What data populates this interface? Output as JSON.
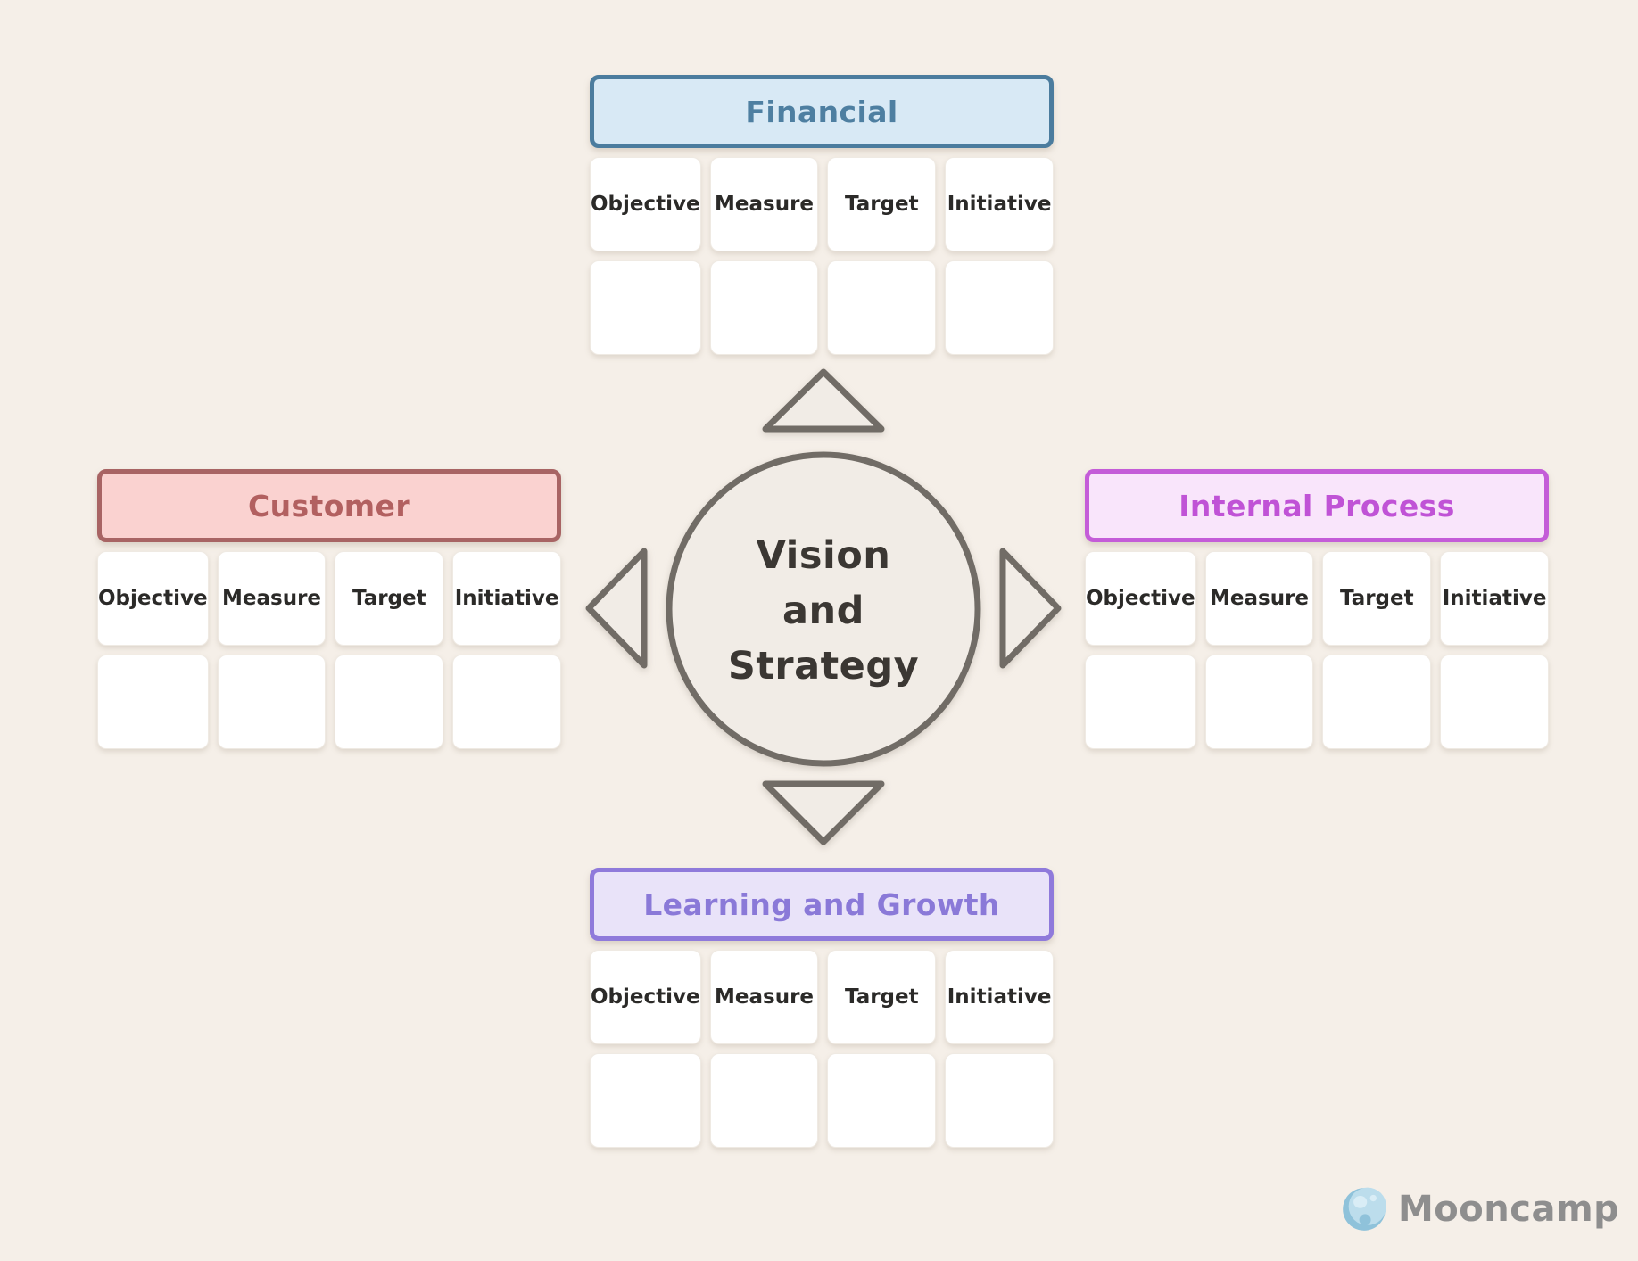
{
  "page": {
    "background": "#F5EFE8"
  },
  "diagram": {
    "center": {
      "text": "Vision\nand\nStrategy",
      "shape_stroke": "#716C66",
      "shape_fill": "#F1ECE6",
      "text_color": "#3B3733"
    },
    "columns": [
      "Objective",
      "Measure",
      "Target",
      "Initiative"
    ],
    "sections": {
      "financial": {
        "title": "Financial",
        "fill": "#D8E9F5",
        "border": "#4B7C9E",
        "text": "#4E7FA1"
      },
      "customer": {
        "title": "Customer",
        "fill": "#FAD2D0",
        "border": "#A86464",
        "text": "#B26060"
      },
      "internal_process": {
        "title": "Internal Process",
        "fill": "#F9E5FB",
        "border": "#C45CD8",
        "text": "#C053D6"
      },
      "learning_growth": {
        "title": "Learning and Growth",
        "fill": "#E9E3F9",
        "border": "#8F7ADB",
        "text": "#8A79D8"
      }
    }
  },
  "footer": {
    "brand": "Mooncamp",
    "brand_color": "#8E8E8E",
    "moon_base_color": "#8FC2DA",
    "moon_light_color": "#BCDDEC",
    "moon_spot_color": "#D9EDF6"
  }
}
